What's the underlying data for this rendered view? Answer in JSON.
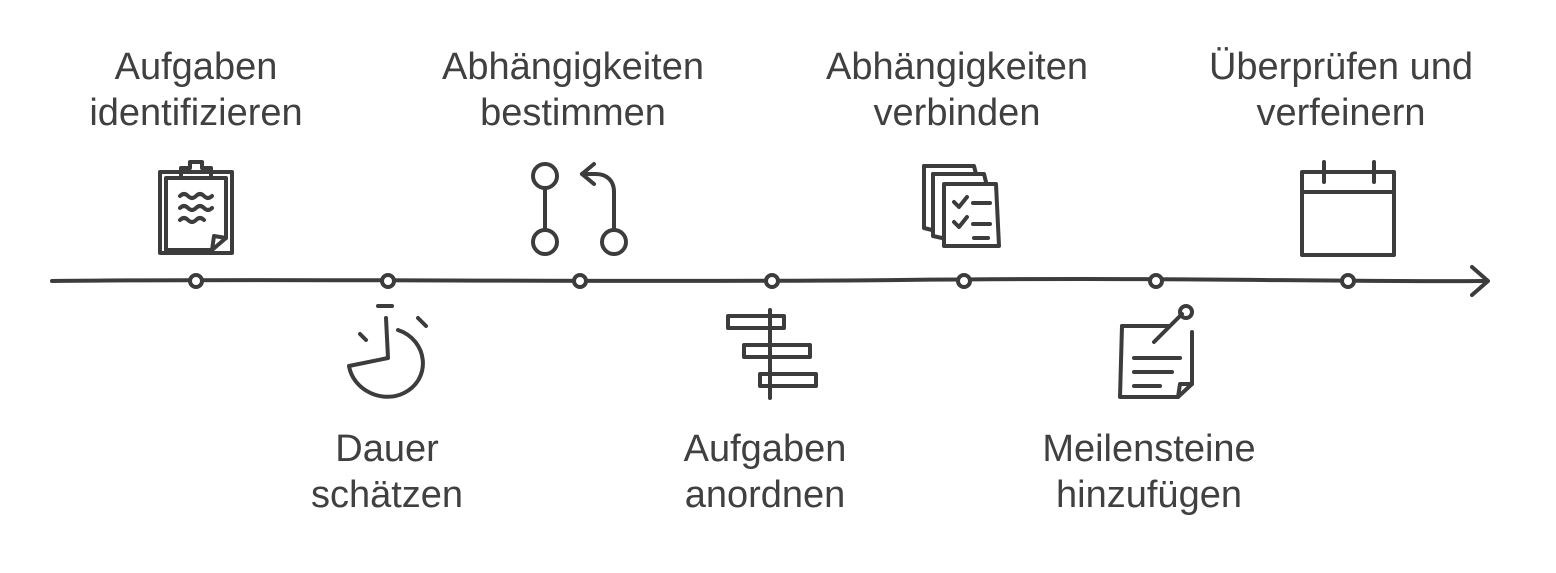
{
  "steps": [
    {
      "line1": "Aufgaben",
      "line2": "identifizieren",
      "icon": "clipboard-icon",
      "side": "top"
    },
    {
      "line1": "Dauer",
      "line2": "schätzen",
      "icon": "timer-icon",
      "side": "bottom"
    },
    {
      "line1": "Abhängigkeiten",
      "line2": "bestimmen",
      "icon": "branch-arrow-icon",
      "side": "top"
    },
    {
      "line1": "Aufgaben",
      "line2": "anordnen",
      "icon": "gantt-icon",
      "side": "bottom"
    },
    {
      "line1": "Abhängigkeiten",
      "line2": "verbinden",
      "icon": "checklist-stack-icon",
      "side": "top"
    },
    {
      "line1": "Meilensteine",
      "line2": "hinzufügen",
      "icon": "note-pencil-icon",
      "side": "bottom"
    },
    {
      "line1": "Überprüfen und",
      "line2": "verfeinern",
      "icon": "calendar-icon",
      "side": "top"
    }
  ],
  "colors": {
    "ink": "#3c3c3c",
    "text": "#404040",
    "background": "#ffffff"
  }
}
